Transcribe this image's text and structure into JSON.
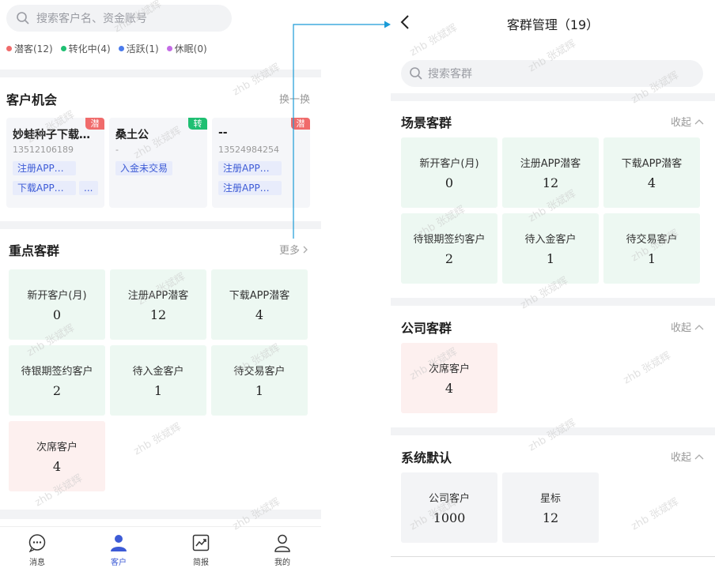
{
  "left": {
    "search_placeholder": "搜索客户名、资金账号",
    "legend": [
      {
        "label": "潜客(12)",
        "color": "#f06b6b"
      },
      {
        "label": "转化中(4)",
        "color": "#1fbf72"
      },
      {
        "label": "活跃(1)",
        "color": "#4b7bec"
      },
      {
        "label": "休眠(0)",
        "color": "#c46be6"
      }
    ],
    "opportunity": {
      "title": "客户机会",
      "refresh": "换一换",
      "cards": [
        {
          "name": "妙蛙种子下载…",
          "phone": "13512106189",
          "badge": "潜",
          "badge_color": "#f06b6b",
          "tags": [
            "注册APP…",
            "下载APP…",
            "..."
          ]
        },
        {
          "name": "桑土公",
          "phone": "-",
          "badge": "转",
          "badge_color": "#1fbf72",
          "tags": [
            "入金未交易"
          ]
        },
        {
          "name": "--",
          "phone": "13524984254",
          "badge": "潜",
          "badge_color": "#f06b6b",
          "tags": [
            "注册APP…",
            "注册APP…"
          ]
        }
      ]
    },
    "key_groups": {
      "title": "重点客群",
      "more": "更多",
      "cards": [
        {
          "label": "新开客户(月)",
          "value": "0"
        },
        {
          "label": "注册APP潜客",
          "value": "12"
        },
        {
          "label": "下载APP潜客",
          "value": "4"
        },
        {
          "label": "待银期签约客户",
          "value": "2"
        },
        {
          "label": "待入金客户",
          "value": "1"
        },
        {
          "label": "待交易客户",
          "value": "1"
        },
        {
          "label": "次席客户",
          "value": "4"
        }
      ]
    },
    "tabs": [
      {
        "label": "消息",
        "icon": "chat-icon"
      },
      {
        "label": "客户",
        "icon": "person-icon"
      },
      {
        "label": "简报",
        "icon": "chart-icon"
      },
      {
        "label": "我的",
        "icon": "profile-icon"
      }
    ]
  },
  "right": {
    "title": "客群管理（19）",
    "search_placeholder": "搜索客群",
    "collapse_label": "收起",
    "scene": {
      "title": "场景客群",
      "cards": [
        {
          "label": "新开客户(月)",
          "value": "0"
        },
        {
          "label": "注册APP潜客",
          "value": "12"
        },
        {
          "label": "下载APP潜客",
          "value": "4"
        },
        {
          "label": "待银期签约客户",
          "value": "2"
        },
        {
          "label": "待入金客户",
          "value": "1"
        },
        {
          "label": "待交易客户",
          "value": "1"
        }
      ]
    },
    "company": {
      "title": "公司客群",
      "cards": [
        {
          "label": "次席客户",
          "value": "4"
        }
      ]
    },
    "system": {
      "title": "系统默认",
      "cards": [
        {
          "label": "公司客户",
          "value": "1000"
        },
        {
          "label": "星标",
          "value": "12"
        }
      ]
    }
  },
  "watermark": "zhb 张斌辉",
  "colors": {
    "accent": "#3d5bd6",
    "connector": "#1a9bd7",
    "green_card": "#edf8f2",
    "pink_card": "#fdf0ef"
  }
}
